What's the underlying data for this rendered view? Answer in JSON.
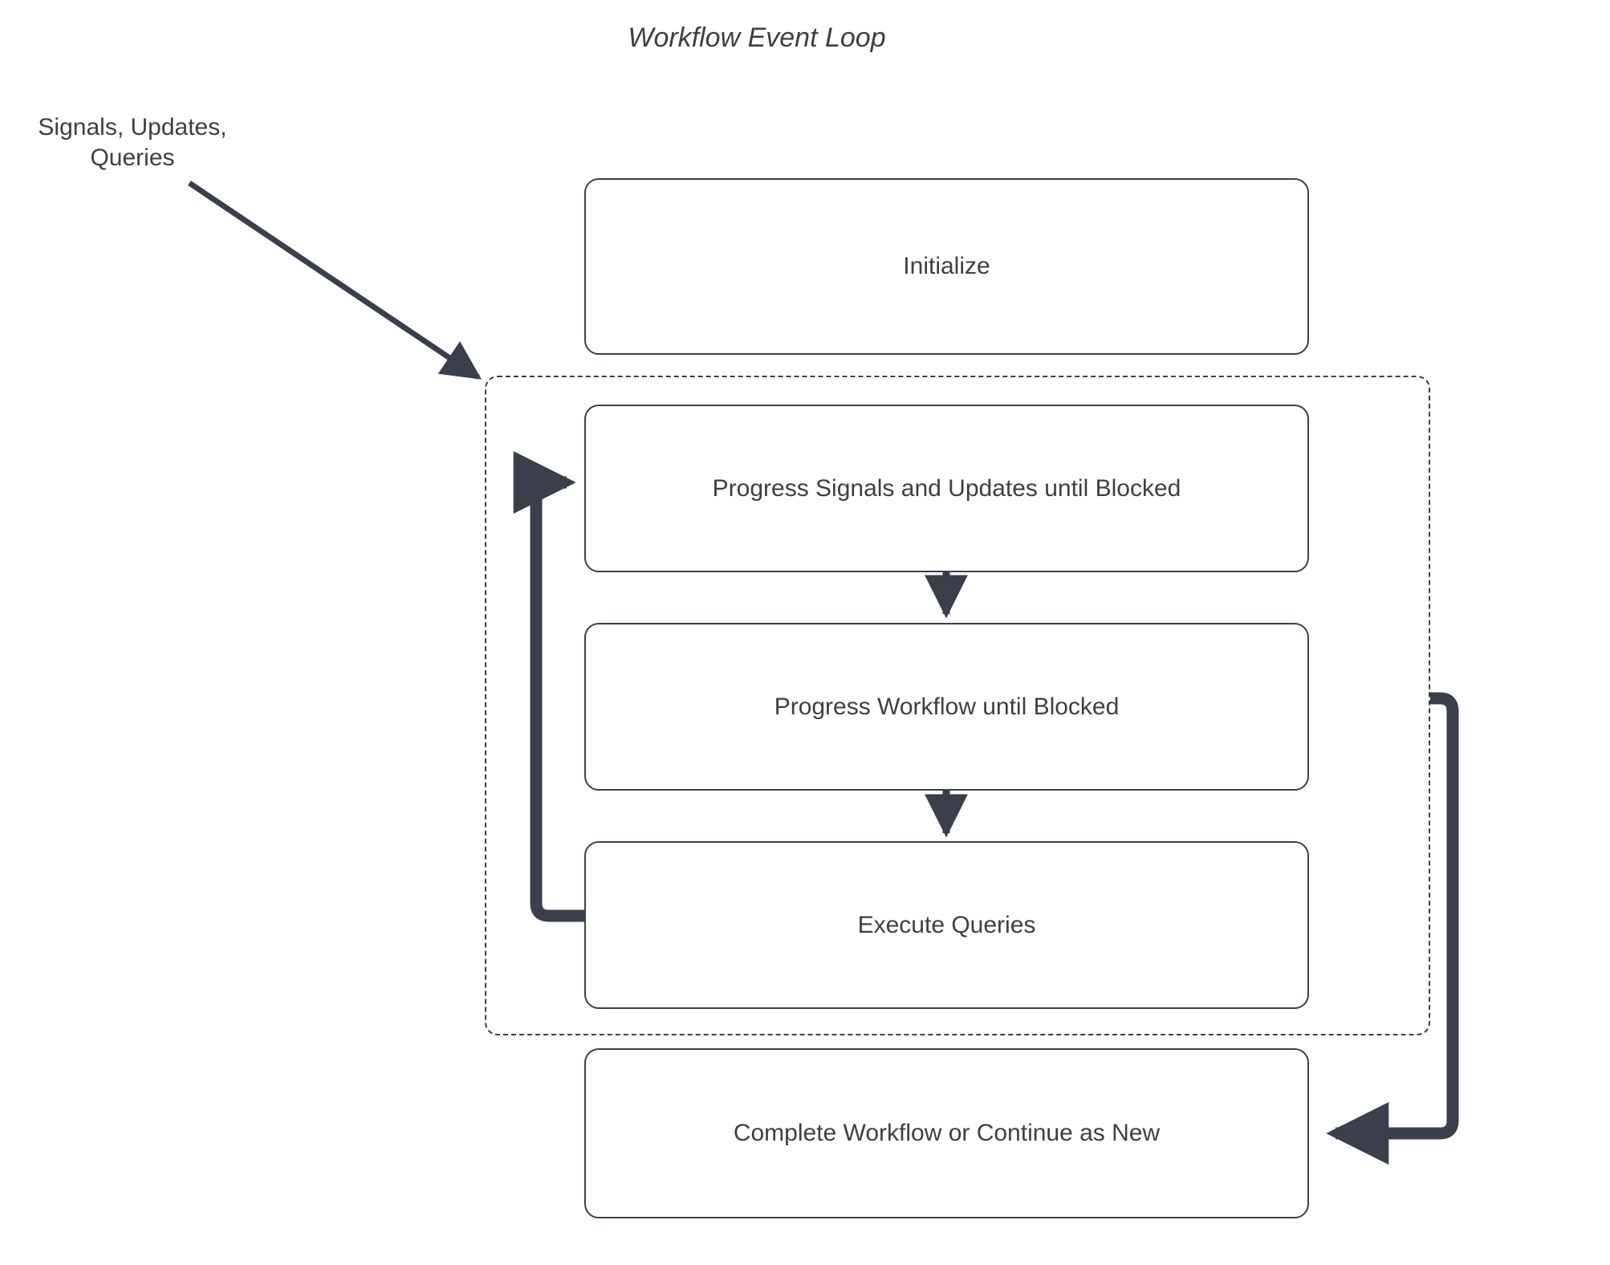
{
  "diagram": {
    "title": "Workflow Event Loop",
    "accent_color": "#3a3f4b",
    "text_color": "#3f3f3f",
    "background_color": "#ffffff",
    "nodes": {
      "initialize": "Initialize",
      "progress_signals": "Progress Signals and Updates until Blocked",
      "progress_workflow": "Progress Workflow until Blocked",
      "execute_queries": "Execute Queries",
      "complete_workflow": "Complete Workflow or Continue as New"
    },
    "labels": {
      "inbound": "Signals, Updates,\nQueries"
    },
    "group": {
      "style": "dashed",
      "label": ""
    },
    "edges": [
      {
        "from": "inbound-label",
        "to": "event-loop-group",
        "kind": "arrow"
      },
      {
        "from": "progress-signals",
        "to": "progress-workflow",
        "kind": "arrow"
      },
      {
        "from": "progress-workflow",
        "to": "execute-queries",
        "kind": "arrow"
      },
      {
        "from": "execute-queries",
        "to": "progress-signals",
        "kind": "loop-back-arrow"
      },
      {
        "from": "event-loop-group",
        "to": "complete-workflow",
        "kind": "arrow"
      }
    ]
  }
}
